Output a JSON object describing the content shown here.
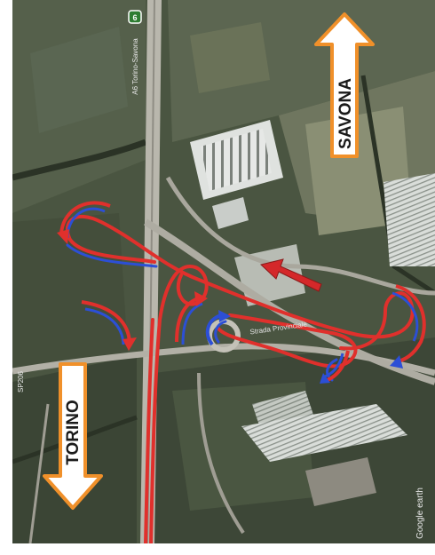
{
  "map": {
    "destinations": {
      "savona": "SAVONA",
      "torino": "TORINO"
    },
    "road_labels": {
      "highway": "A6 Torino-Savona",
      "local_road": "SP206",
      "connector": "Strada Provinciale"
    },
    "badge": "6",
    "attribution": "Google earth"
  },
  "colors": {
    "arrow_fill": "#ffffff",
    "arrow_stroke": "#f0902a",
    "route_red": "#e0302c",
    "route_blue": "#2c4fd6",
    "field_dark": "#3f4a36",
    "field_light": "#6e7760"
  }
}
